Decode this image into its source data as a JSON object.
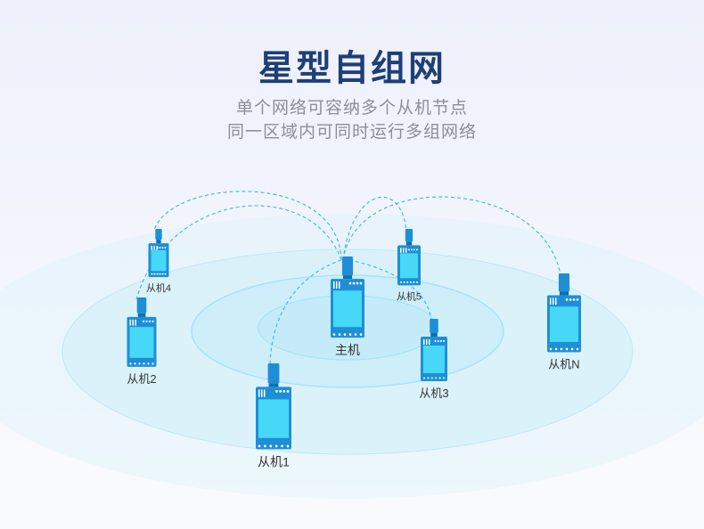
{
  "title": "星型自组网",
  "subtitle_lines": [
    "单个网络可容纳多个从机节点",
    "同一区域内可同时运行多组网络"
  ],
  "nodes": [
    {
      "id": "master",
      "label": "主机"
    },
    {
      "id": "slave1",
      "label": "从机1"
    },
    {
      "id": "slave2",
      "label": "从机2"
    },
    {
      "id": "slave3",
      "label": "从机3"
    },
    {
      "id": "slave4",
      "label": "从机4"
    },
    {
      "id": "slave5",
      "label": "从机5"
    },
    {
      "id": "slaveN",
      "label": "从机N"
    }
  ],
  "links": [
    {
      "from": "master",
      "to": "slave1"
    },
    {
      "from": "master",
      "to": "slave2"
    },
    {
      "from": "master",
      "to": "slave3"
    },
    {
      "from": "master",
      "to": "slave4"
    },
    {
      "from": "master",
      "to": "slave5"
    },
    {
      "from": "master",
      "to": "slaveN"
    }
  ],
  "colors": {
    "title": "#1e3f78",
    "subtitle": "#8c8f95",
    "module_body": "#1e8fd6",
    "module_screen": "#46d8f6",
    "link": "#3fb6dd",
    "ring": "#a7e4f6"
  }
}
